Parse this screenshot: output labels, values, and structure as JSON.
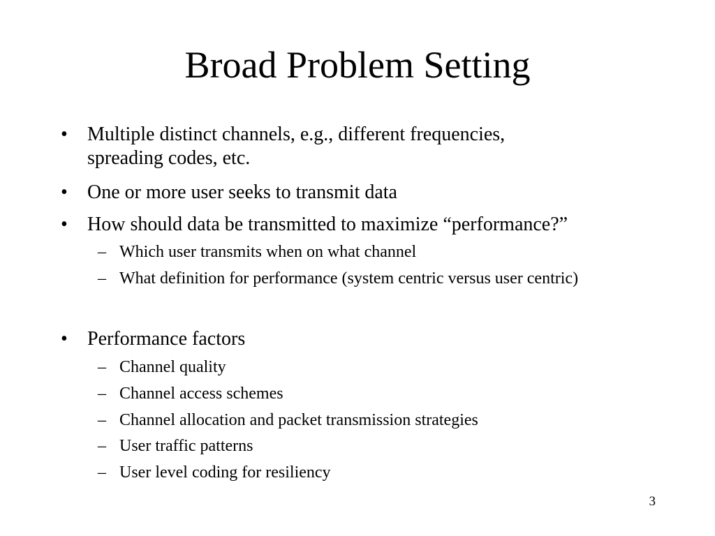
{
  "slide": {
    "title": "Broad Problem Setting",
    "page_number": "3",
    "bullet_mark": "•",
    "sub_mark": "–",
    "bullets": [
      {
        "line1": "Multiple distinct channels, e.g., different frequencies,",
        "line2": "spreading codes, etc."
      },
      {
        "text": "One or more user seeks to transmit data"
      },
      {
        "text": "How should data be transmitted to maximize “performance?”",
        "subs": [
          "Which user transmits when on what channel",
          "What definition for performance (system centric versus user centric)"
        ]
      },
      {
        "text": "Performance factors",
        "subs": [
          "Channel quality",
          "Channel access schemes",
          "Channel allocation and packet transmission strategies",
          "User traffic patterns",
          "User level coding for resiliency"
        ]
      }
    ]
  }
}
